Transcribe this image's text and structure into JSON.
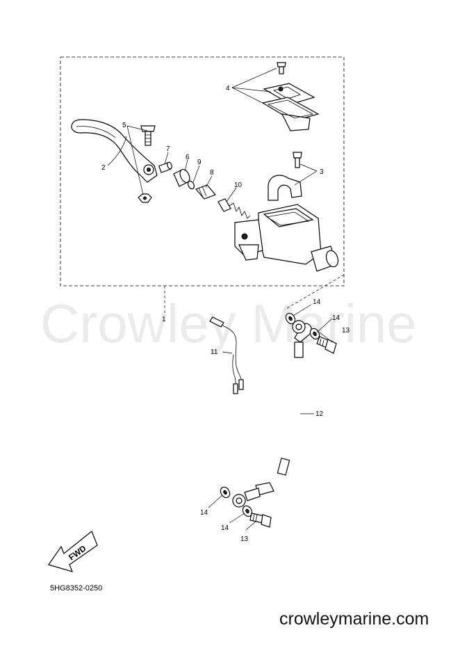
{
  "diagram": {
    "watermark": "Crowley Marine",
    "drawing_code": "5HG8352-0250",
    "site": "crowleymarine.com",
    "fwd_label": "FWD",
    "callouts": {
      "c1": "1",
      "c2": "2",
      "c3": "3",
      "c4": "4",
      "c5": "5",
      "c6": "6",
      "c7": "7",
      "c8": "8",
      "c9": "9",
      "c10": "10",
      "c11": "11",
      "c12": "12",
      "c13a": "13",
      "c13b": "13",
      "c14a": "14",
      "c14b": "14",
      "c14c": "14",
      "c14d": "14"
    }
  }
}
